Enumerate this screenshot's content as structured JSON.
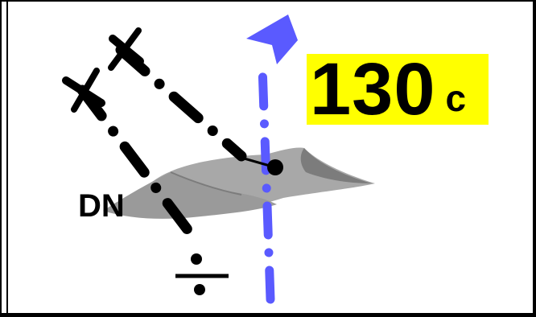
{
  "label": {
    "number": "130",
    "suffix": "c",
    "background": "#ffff00"
  },
  "terrain_label": "DN",
  "colors": {
    "border": "#000000",
    "route": "#5a5aff",
    "ridge": "#a8a8a8",
    "ridge_shadow": "#7c7c7c",
    "tracks": "#000000"
  },
  "icons": {
    "direction_arrow": "north-arrow-icon",
    "divide_symbol": "divide-icon",
    "cross_marks": "cross-icon"
  }
}
